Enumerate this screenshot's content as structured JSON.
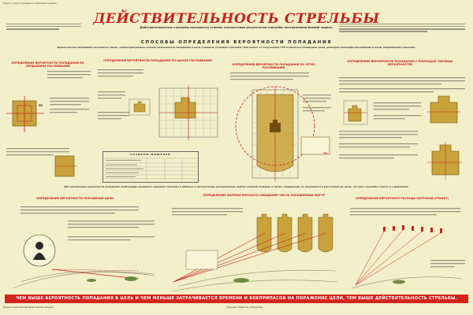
{
  "top_note": "Плакат к курсу стрельбы из стрелкового оружия",
  "title": "ДЕЙСТВИТЕЛЬНОСТЬ СТРЕЛЬБЫ",
  "subtitle": "Действительностью стрельбы называется степень соответствия результатов стрельбы поставленной боевой задаче.",
  "section_head": "СПОСОБЫ ОПРЕДЕЛЕНИЯ ВЕРОЯТНОСТИ ПОПАДАНИЯ",
  "intro": "Вероятностью попадания называется число, характеризующее степень возможности попадания в цель в данных условиях стрельбы. Она может от полученных ГТП отличаться площадью цели, размеров площади рассеивания и цели, направления стрельбы.",
  "panels": {
    "p1": "ОПРЕДЕЛЕНИЕ ВЕРОЯТНОСТИ ПОПАДАНИЯ ПО СЕРДЦЕВИНЕ РАССЕИВАНИЯ",
    "p2": "ОПРЕДЕЛЕНИЕ ВЕРОЯТНОСТИ ПОПАДАНИЯ ПО ШКАЛЕ РАССЕИВАНИЯ",
    "p3": "ОПРЕДЕЛЕНИЕ ВЕРОЯТНОСТИ ПОПАДАНИЯ ПО СЕТКЕ РАССЕИВАНИЯ",
    "p4": "ОПРЕДЕЛЕНИЕ ВЕРОЯТНОСТИ ПОПАДАНИЯ С ПОМОЩЬЮ ТАБЛИЦЫ ВЕРОЯТНОСТЕЙ",
    "b1": "ОПРЕДЕЛЕНИЕ ВЕРОЯТНОСТИ ПОРАЖЕНИЯ ЦЕЛИ",
    "b2": "ОПРЕДЕЛЕНИЕ МАТЕМАТИЧЕСКОГО ОЖИДАНИЯ ЧИСЛА ПОРАЖЕННЫХ ФИГУР",
    "b3": "ОПРЕДЕЛЕНИЕ ВЕРОЯТНОГО РАСХОДА ПАТРОНОВ (ГРАНАТ)"
  },
  "table_title": "РАЗМЕРЫ МИШЕНЕЙ",
  "bottom_note": "Для увеличения вероятности попадания необходимо применять правила стрельбы в обороне и наступлении, целеуказание, выбор огневой позиции, а также сокращение по возможности расстояния до цели, что для стрельбы с места и в движении.",
  "labels": {
    "fifty": "50",
    "seventy": "70"
  },
  "banner": "ЧЕМ ВЫШЕ ВЕРОЯТНОСТЬ ПОПАДАНИЯ В ЦЕЛЬ И ЧЕМ МЕНЬШЕ ЗАТРАЧИВАЕТСЯ ВРЕМЕНИ И БОЕПРИПАСОВ НА ПОРАЖЕНИЕ ЦЕЛИ, ТЕМ ВЫШЕ ДЕЙСТВИТЕЛЬНОСТЬ СТРЕЛЬБЫ.",
  "footer_left": "Военное издательство Министерства обороны",
  "footer_center": "Художник. Редактор. Отпечатано",
  "colors": {
    "accent": "#c8211e",
    "paper": "#f3efc9",
    "target": "#c9a23b",
    "target_dark": "#6b4f12"
  }
}
